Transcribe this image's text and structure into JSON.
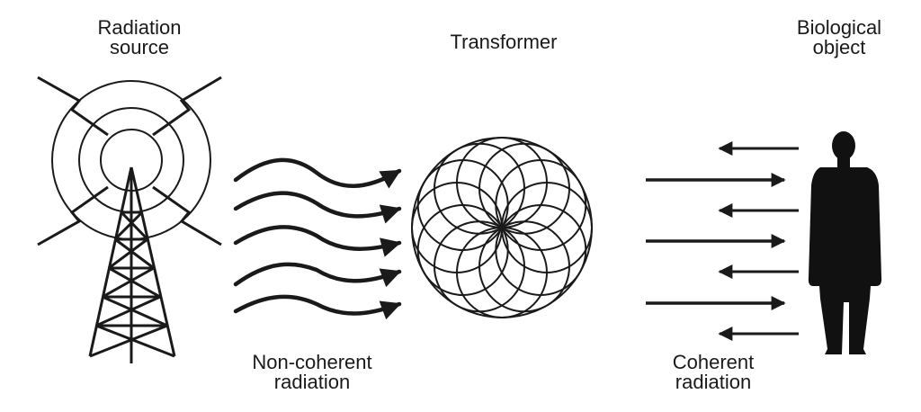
{
  "labels": {
    "radiation_source": [
      "Radiation",
      "source"
    ],
    "transformer": "Transformer",
    "biological_object": [
      "Biological",
      "object"
    ],
    "non_coherent": [
      "Non-coherent",
      "radiation"
    ],
    "coherent": [
      "Coherent",
      "radiation"
    ]
  },
  "colors": {
    "ink": "#1a1a1a",
    "background": "#ffffff"
  },
  "icons": [
    "radio-tower-icon",
    "lightning-bolt-icon",
    "flower-of-life-icon",
    "person-silhouette-icon"
  ]
}
